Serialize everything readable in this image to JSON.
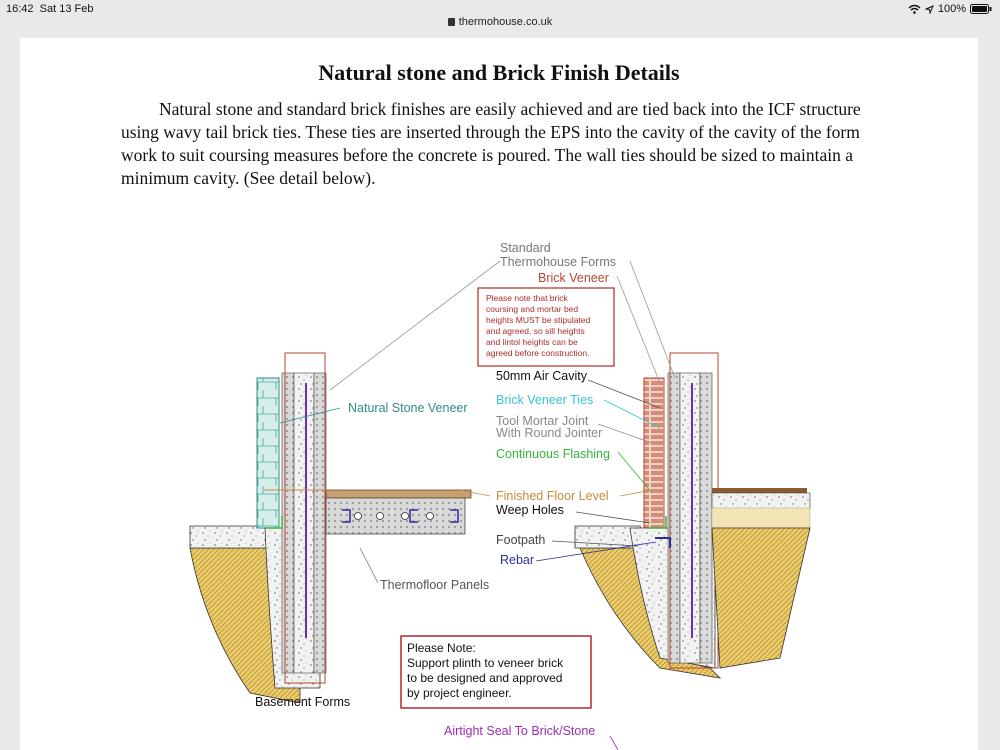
{
  "status": {
    "time": "16:42",
    "date": "Sat 13 Feb",
    "battery": "100%"
  },
  "browser": {
    "url": "thermohouse.co.uk"
  },
  "article": {
    "title": "Natural stone and Brick Finish Details",
    "intro": "Natural stone and standard brick finishes are easily achieved and are tied back into the ICF structure using wavy tail brick ties. These ties are inserted through the EPS into the cavity of the cavity of the form work to suit coursing measures before the concrete is poured. The wall ties should be sized to maintain a minimum cavity. (See detail below)."
  },
  "diagram": {
    "labels": {
      "standard_forms_1": "Standard",
      "standard_forms_2": "Thermohouse Forms",
      "brick_veneer": "Brick Veneer",
      "note_top_1": "Please note that brick",
      "note_top_2": "coursing and mortar bed",
      "note_top_3": "heights MUST be stipulated",
      "note_top_4": "and agreed, so sill heights",
      "note_top_5": "and lintol heights can be",
      "note_top_6": "agreed before construction.",
      "air_cavity": "50mm Air Cavity",
      "natural_stone": "Natural Stone Veneer",
      "brick_ties": "Brick Veneer Ties",
      "tool_joint_1": "Tool Mortar Joint",
      "tool_joint_2": "With Round Jointer",
      "flashing": "Continuous Flashing",
      "floor_level": "Finished Floor Level",
      "weep_holes": "Weep Holes",
      "footpath": "Footpath",
      "rebar": "Rebar",
      "thermofloor": "Thermofloor Panels",
      "note_bottom_1": "Please Note:",
      "note_bottom_2": "Support plinth to veneer brick",
      "note_bottom_3": "to be designed and approved",
      "note_bottom_4": "by project engineer.",
      "basement": "Basement Forms",
      "airtight": "Airtight Seal To Brick/Stone"
    },
    "colors": {
      "brick": "#b5472f",
      "stone": "#2f8c86",
      "ties": "#39c3d6",
      "flashing": "#33b53a",
      "floor": "#c98a3a",
      "rebar": "#2c2f9a",
      "airtight": "#9a2fb0",
      "note_border": "#b02a2a",
      "soil": "#e8c25a"
    }
  }
}
